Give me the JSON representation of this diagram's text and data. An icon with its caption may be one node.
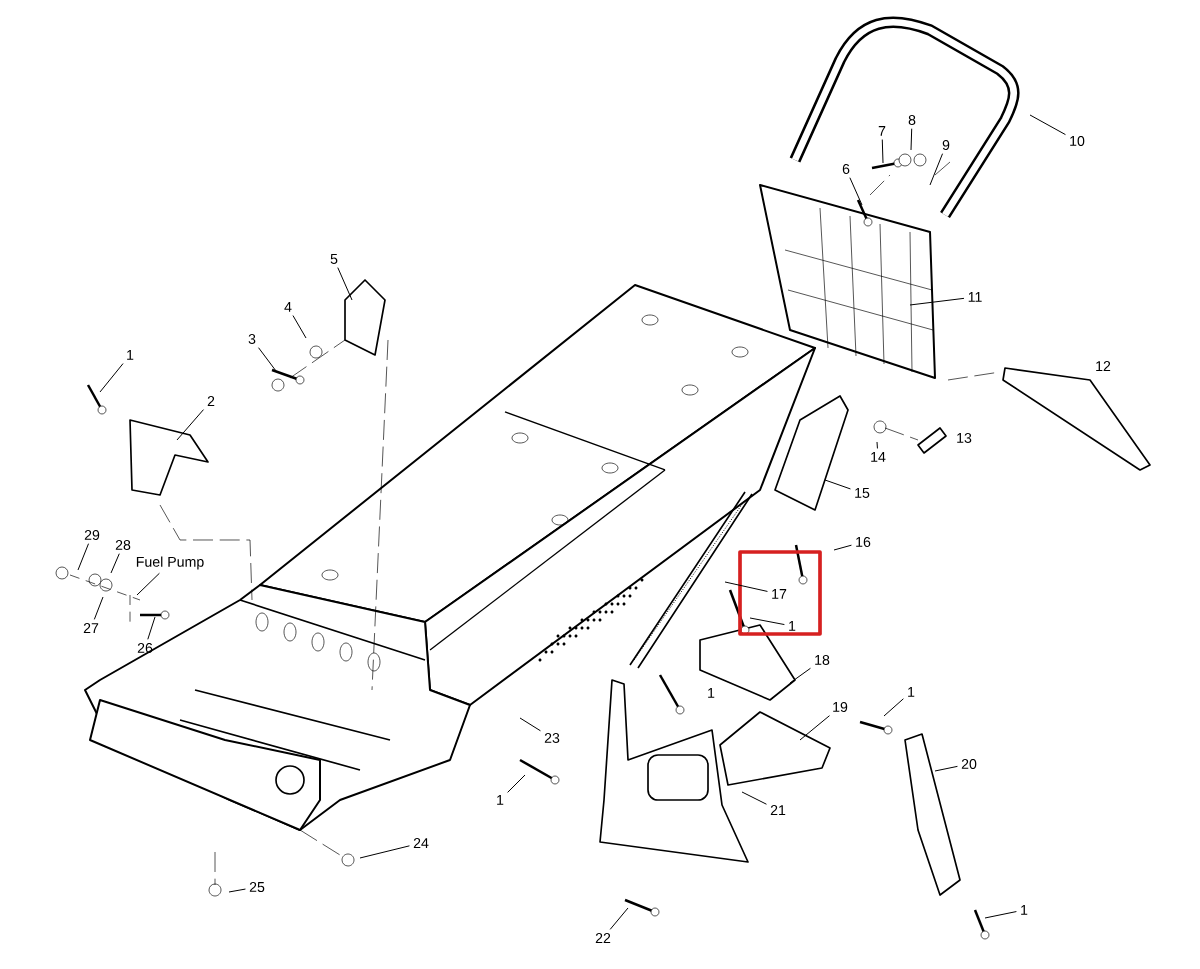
{
  "diagram": {
    "nodes": [
      {
        "text": [
          "1"
        ]
      },
      {
        "text": [
          "2"
        ]
      },
      {
        "text": [
          "3"
        ]
      },
      {
        "text": [
          "4"
        ]
      },
      {
        "text": [
          "5"
        ]
      },
      {
        "text": [
          "6"
        ]
      },
      {
        "text": [
          "7"
        ]
      },
      {
        "text": [
          "8"
        ]
      },
      {
        "text": [
          "9"
        ]
      },
      {
        "text": [
          "10"
        ]
      },
      {
        "text": [
          "11"
        ]
      },
      {
        "text": [
          "14"
        ]
      },
      {
        "text": [
          "15"
        ]
      },
      {
        "text": [
          "16"
        ]
      },
      {
        "text": [
          "17"
        ]
      },
      {
        "text": [
          "1"
        ]
      },
      {
        "text": [
          "18"
        ]
      },
      {
        "text": [
          "19"
        ]
      },
      {
        "text": [
          "1"
        ]
      },
      {
        "text": [
          "20"
        ]
      },
      {
        "text": [
          "21"
        ]
      },
      {
        "text": [
          "22"
        ]
      },
      {
        "text": [
          "23"
        ]
      },
      {
        "text": [
          "1"
        ]
      },
      {
        "text": [
          "24"
        ]
      },
      {
        "text": [
          "25"
        ]
      },
      {
        "text": [
          "1"
        ]
      },
      {
        "text": [
          "26"
        ]
      },
      {
        "text": [
          "27"
        ]
      },
      {
        "text": [
          "28"
        ]
      },
      {
        "text": [
          "29"
        ]
      },
      {
        "text": [
          "Fuel Pump"
        ]
      }
    ],
    "edges": [
      {
        "from": 0,
        "to": null,
        "arrow": "none"
      },
      {
        "from": 1,
        "to": null,
        "arrow": "none"
      },
      {
        "from": 2,
        "to": null,
        "arrow": "none"
      },
      {
        "from": 3,
        "to": null,
        "arrow": "none"
      },
      {
        "from": 4,
        "to": null,
        "arrow": "none"
      },
      {
        "from": 5,
        "to": null,
        "arrow": "none"
      },
      {
        "from": 6,
        "to": null,
        "arrow": "none"
      },
      {
        "from": 7,
        "to": null,
        "arrow": "none"
      },
      {
        "from": 8,
        "to": null,
        "arrow": "none"
      },
      {
        "from": 9,
        "to": null,
        "arrow": "none"
      },
      {
        "from": 10,
        "to": null,
        "arrow": "none"
      },
      {
        "from": 11,
        "to": null,
        "arrow": "none"
      },
      {
        "from": 12,
        "to": null,
        "arrow": "none"
      },
      {
        "from": 13,
        "to": null,
        "arrow": "none"
      },
      {
        "from": 14,
        "to": null,
        "arrow": "none"
      },
      {
        "from": 15,
        "to": null,
        "arrow": "none"
      },
      {
        "from": 16,
        "to": null,
        "arrow": "none"
      },
      {
        "from": 17,
        "to": null,
        "arrow": "none"
      },
      {
        "from": 18,
        "to": null,
        "arrow": "none"
      },
      {
        "from": 19,
        "to": null,
        "arrow": "none"
      },
      {
        "from": 20,
        "to": null,
        "arrow": "none"
      },
      {
        "from": 21,
        "to": null,
        "arrow": "none"
      },
      {
        "from": 22,
        "to": null,
        "arrow": "none"
      },
      {
        "from": 23,
        "to": null,
        "arrow": "none"
      },
      {
        "from": 24,
        "to": null,
        "arrow": "none"
      },
      {
        "from": 25,
        "to": null,
        "arrow": "none"
      },
      {
        "from": 26,
        "to": null,
        "arrow": "none"
      },
      {
        "from": 27,
        "to": null,
        "arrow": "none"
      },
      {
        "from": 28,
        "to": null,
        "arrow": "none"
      },
      {
        "from": 29,
        "to": null,
        "arrow": "none"
      },
      {
        "from": 30,
        "to": null,
        "arrow": "none"
      },
      {
        "from": 31,
        "to": null,
        "arrow": "none"
      }
    ],
    "labels": [
      "12",
      "13",
      "1"
    ]
  }
}
